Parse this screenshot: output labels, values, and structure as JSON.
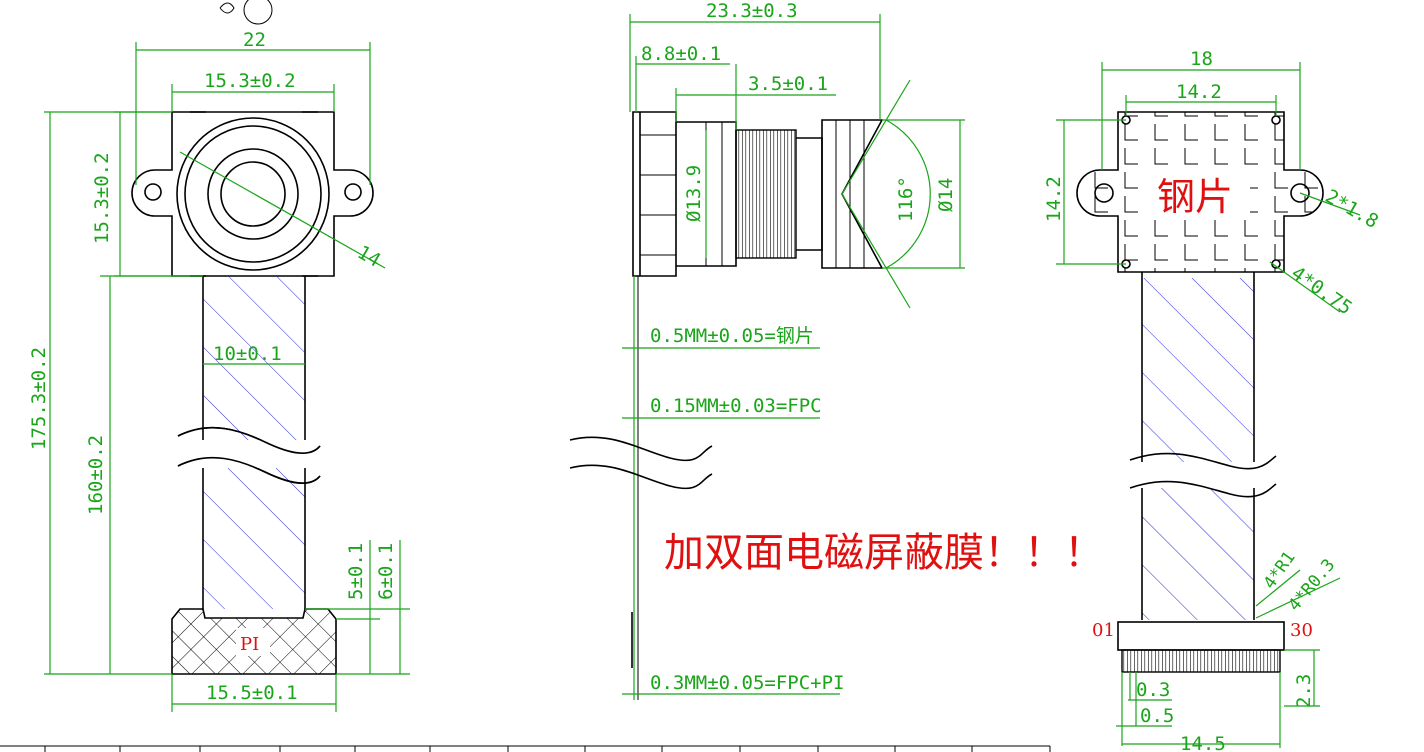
{
  "front_view": {
    "width_total": "22",
    "width_holder": "15.3±0.2",
    "height_holder": "15.3±0.2",
    "lens_diagonal": "14",
    "total_length": "175.3±0.2",
    "flex_length": "160±0.2",
    "flex_width": "10±0.1",
    "stiffener_5": "5±0.1",
    "stiffener_6": "6±0.1",
    "pi_label": "PI",
    "pi_width": "15.5±0.1"
  },
  "side_view": {
    "total_height": "23.3±0.3",
    "holder_height": "8.8±0.1",
    "thread_height": "3.5±0.1",
    "thread_dia": "Ø13.9",
    "fov": "116°",
    "lens_dia": "Ø14",
    "steel_thickness": "0.5MM±0.05=钢片",
    "fpc_thickness": "0.15MM±0.03=FPC",
    "pi_thickness": "0.3MM±0.05=FPC+PI",
    "note": "加双面电磁屏蔽膜！！！"
  },
  "back_view": {
    "width_total": "18",
    "hole_span": "14.2",
    "height": "14.2",
    "steel_label": "钢片",
    "mount_holes": "2*1.8",
    "small_holes": "4*0.75",
    "corner_r1": "4*R1",
    "corner_r03": "4*R0.3",
    "pin_first": "01",
    "pin_last": "30",
    "pitch": "0.3",
    "pad_width": "0.5",
    "connector_width": "14.5",
    "connector_height": "2.3"
  },
  "colors": {
    "dimension": "#1aa51a",
    "outline": "#000000",
    "hatch": "#2d2dd0",
    "note": "#e01010"
  }
}
